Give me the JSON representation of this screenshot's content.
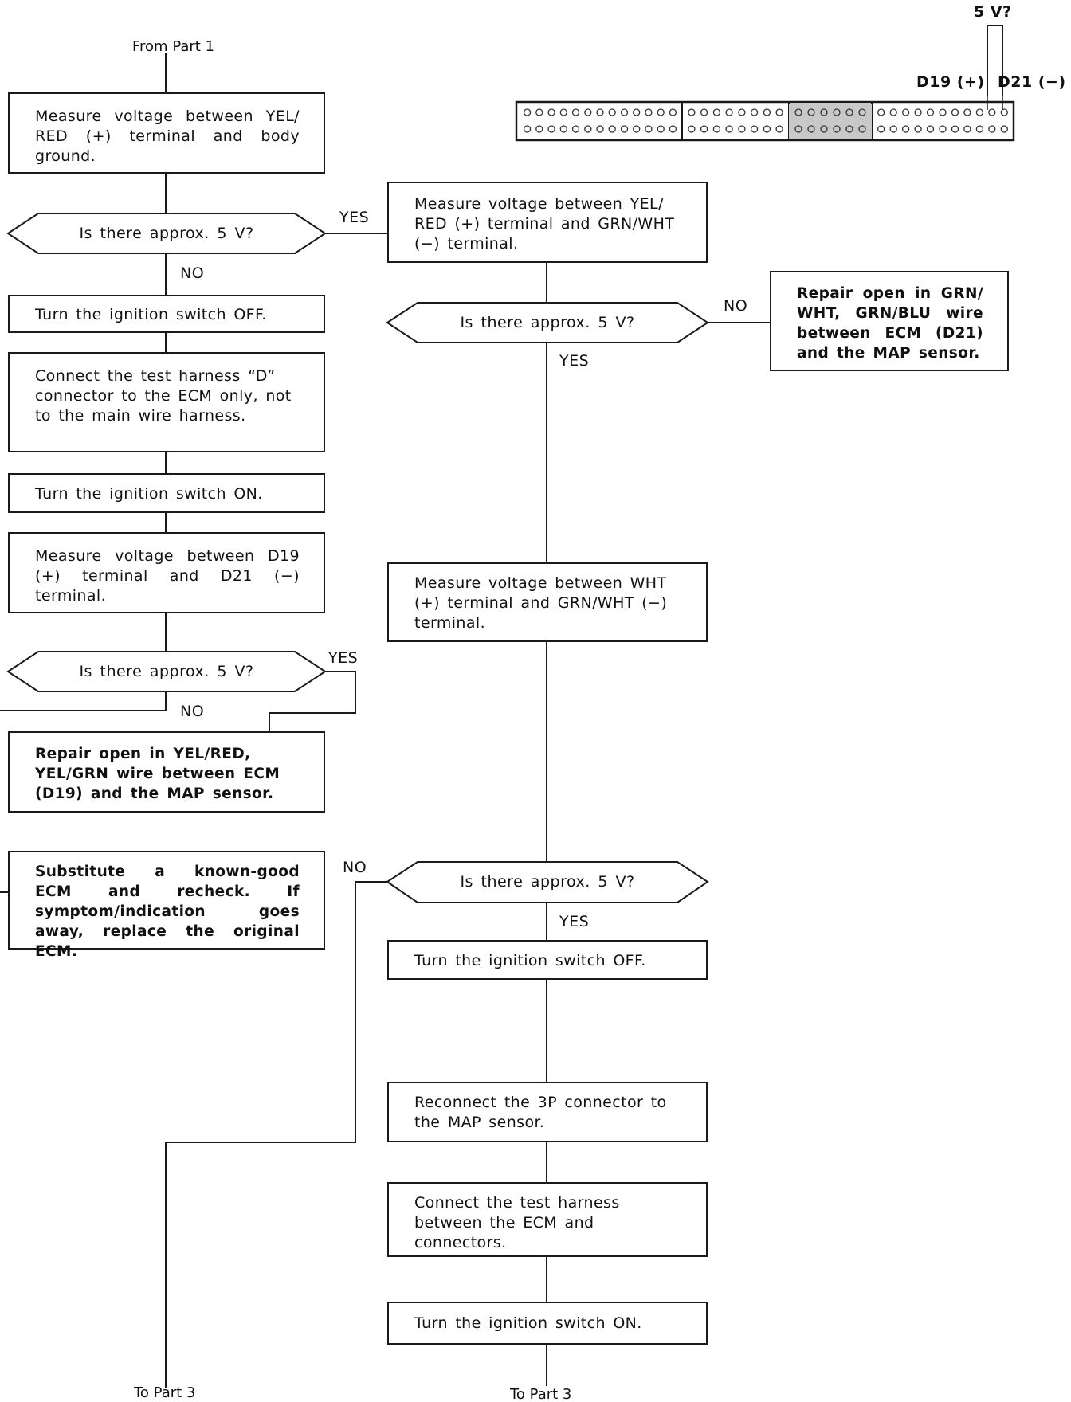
{
  "header": {
    "from_label": "From Part 1"
  },
  "connector": {
    "voltage_label": "5 V?",
    "pin_plus_label": "D19 (+)",
    "pin_minus_label": "D21 (−)"
  },
  "left_column": {
    "step_measure_body_ground": "Measure voltage between YEL/ RED (+) terminal and body ground.",
    "decision_1": "Is there approx. 5 V?",
    "step_ignition_off": "Turn the ignition switch OFF.",
    "step_connect_harness_d": "Connect the test harness “D” connector to the ECM only, not to the main wire harness.",
    "step_ignition_on": "Turn the ignition switch ON.",
    "step_measure_d19_d21": "Measure voltage between D19 (+) terminal and D21 (−) terminal.",
    "decision_2": "Is there approx. 5 V?",
    "repair_yel_red": "Repair open in YEL/RED, YEL/GRN wire between ECM (D19) and the MAP sensor.",
    "substitute_ecm": "Substitute a known-good ECM and recheck. If symptom/indication goes away, replace the original ECM."
  },
  "right_column": {
    "step_measure_grn_wht": "Measure voltage between YEL/ RED (+) terminal and GRN/WHT (−) terminal.",
    "decision_3": "Is there approx. 5 V?",
    "repair_grn_wht": "Repair open in GRN/ WHT, GRN/BLU wire between ECM (D21) and the MAP sensor.",
    "step_measure_wht": "Measure voltage between WHT (+) terminal and GRN/WHT (−) terminal.",
    "decision_4": "Is there approx. 5 V?",
    "step_ignition_off": "Turn the ignition switch OFF.",
    "step_reconnect_3p": "Reconnect the 3P connector to the MAP sensor.",
    "step_connect_harness": "Connect the test harness between the ECM and connectors.",
    "step_ignition_on": "Turn the ignition switch ON."
  },
  "labels": {
    "yes": "YES",
    "no": "NO",
    "to_part_3": "To Part 3"
  }
}
